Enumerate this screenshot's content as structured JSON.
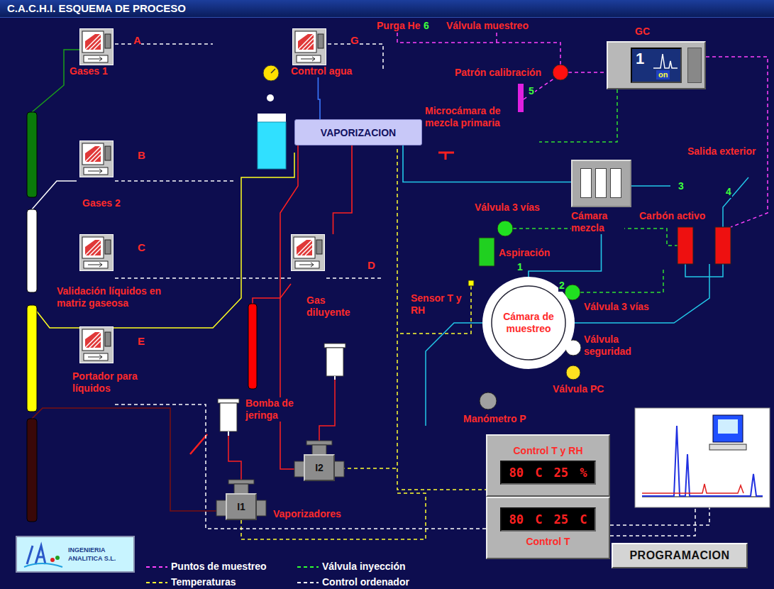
{
  "diagram": {
    "title": "C.A.C.H.I. ESQUEMA DE PROCESO",
    "nodes": [
      {
        "text": [
          "A",
          "Gases 1"
        ]
      },
      {
        "text": [
          "G",
          "Control agua"
        ]
      },
      {
        "text": [
          "GC",
          "1",
          "on"
        ]
      },
      {
        "text": [
          "B",
          "Gases 2"
        ]
      },
      {
        "text": [
          "VAPORIZACION"
        ]
      },
      {
        "text": [
          "Cámara mezcla"
        ]
      },
      {
        "text": [
          "C",
          "Validación líquidos en matriz gaseosa"
        ]
      },
      {
        "text": [
          "D",
          "Gas diluyente"
        ]
      },
      {
        "text": [
          "Cámara de muestreo"
        ]
      },
      {
        "text": [
          "E",
          "Portador para líquidos"
        ]
      },
      {
        "text": [
          "I2"
        ]
      },
      {
        "text": [
          "Control T y RH",
          "80 C 25 %"
        ]
      },
      {
        "text": [
          "I1"
        ]
      },
      {
        "text": [
          "80 C 25 C",
          "Control T"
        ]
      },
      {
        "text": [
          "INGENIERIA ANALITICA S.L."
        ]
      },
      {
        "text": [
          "PROGRAMACION"
        ]
      }
    ],
    "edges": [
      {
        "from": 7,
        "to": 4,
        "arrow": "none"
      },
      {
        "from": 1,
        "to": 4,
        "arrow": "none"
      },
      {
        "from": 4,
        "to": 5,
        "arrow": "none"
      },
      {
        "from": 5,
        "to": 8,
        "arrow": "none"
      }
    ],
    "labels": [
      "Purga He",
      "6",
      "Válvula muestreo",
      "Patrón calibración",
      "5",
      "Microcámara de mezcla primaria",
      "Salida exterior",
      "3",
      "4",
      "Válvula 3 vías",
      "Carbón activo",
      "Aspiración",
      "Sensor T y RH",
      "1",
      "2",
      "Válvula 3 vías",
      "Válvula seguridad",
      "Válvula PC",
      "Manómetro P",
      "Bomba de jeringa",
      "Vaporizadores"
    ],
    "legend": [
      {
        "text": "Puntos de muestreo"
      },
      {
        "text": "Válvula inyección"
      },
      {
        "text": "Temperaturas"
      },
      {
        "text": "Control ordenador"
      }
    ]
  }
}
